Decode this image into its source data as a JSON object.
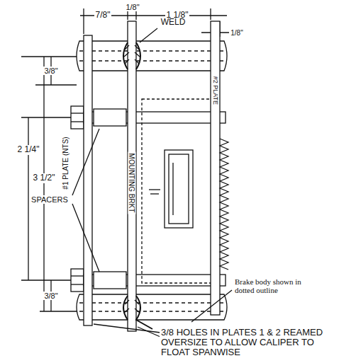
{
  "diagram": {
    "labels": [
      "7/8\"",
      "1/8\"",
      "1 1/8\"",
      "1/8\"",
      "WELD",
      "3/8\"",
      "2 1/4\"",
      "3 1/2\"",
      "3/8\"",
      "SPACERS",
      "#1 PLATE (NTS)",
      "MOUNTING BRKT",
      "#2 PLATE",
      "Brake body shown in dotted outline",
      "3/8 HOLES IN PLATES 1 & 2 REAMED OVERSIZE TO ALLOW CALIPER TO FLOAT SPANWISE"
    ]
  }
}
